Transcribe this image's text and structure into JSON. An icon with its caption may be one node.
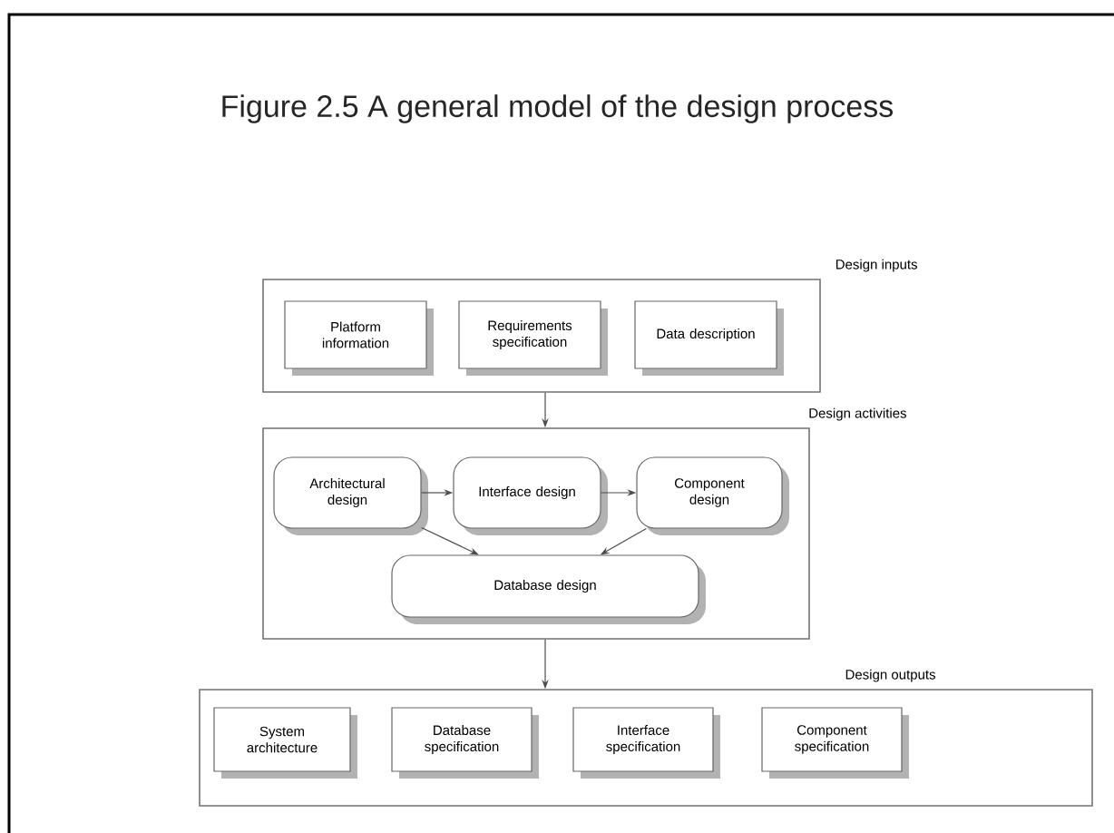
{
  "diagram": {
    "title": "Figure 2.5 A general model of the design process",
    "nodes": [
      {
        "text": [
          "Design inputs"
        ]
      },
      {
        "text": [
          "Platform information"
        ],
        "in": 0
      },
      {
        "text": [
          "Requirements specification"
        ],
        "in": 0
      },
      {
        "text": [
          "Data description"
        ],
        "in": 0
      },
      {
        "text": [
          "Design activities"
        ]
      },
      {
        "text": [
          "Architectural design"
        ],
        "in": 4
      },
      {
        "text": [
          "Interface design"
        ],
        "in": 4
      },
      {
        "text": [
          "Component design"
        ],
        "in": 4
      },
      {
        "text": [
          "Database design"
        ],
        "in": 4
      },
      {
        "text": [
          "Design outputs"
        ]
      },
      {
        "text": [
          "System architecture"
        ],
        "in": 9
      },
      {
        "text": [
          "Database specification"
        ],
        "in": 9
      },
      {
        "text": [
          "Interface specification"
        ],
        "in": 9
      },
      {
        "text": [
          "Component specification"
        ],
        "in": 9
      }
    ],
    "edges": [
      {
        "from": 0,
        "to": 4,
        "arrow": "to"
      },
      {
        "from": 5,
        "to": 6,
        "arrow": "to"
      },
      {
        "from": 6,
        "to": 7,
        "arrow": "to"
      },
      {
        "from": 5,
        "to": 8,
        "arrow": "to"
      },
      {
        "from": 7,
        "to": 8,
        "arrow": "to"
      },
      {
        "from": 4,
        "to": 9,
        "arrow": "to"
      }
    ]
  }
}
